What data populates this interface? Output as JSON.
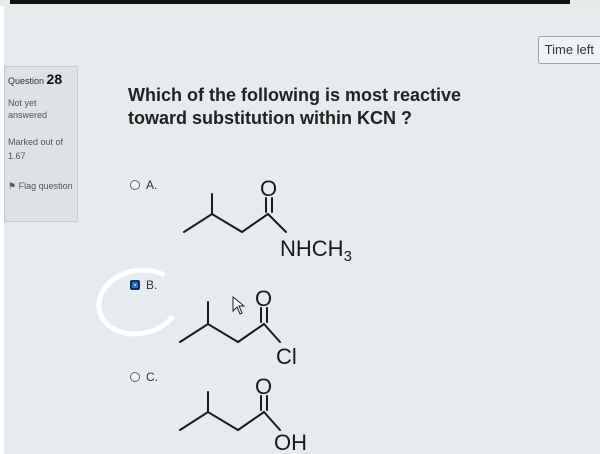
{
  "header": {
    "time_left_label": "Time left"
  },
  "question_info": {
    "number_prefix": "Question",
    "number": "28",
    "state": "Not yet answered",
    "marks": "Marked out of 1.67",
    "flag_label": "Flag question"
  },
  "question": {
    "text_line1": "Which of the following is most reactive",
    "text_line2": "toward substitution within KCN ?",
    "options": [
      {
        "label": "A.",
        "selected": false,
        "group_label": "NHCH",
        "group_subscript": "3",
        "carbonyl_atom": "O"
      },
      {
        "label": "B.",
        "selected": true,
        "group_label": "Cl",
        "carbonyl_atom": "O"
      },
      {
        "label": "C.",
        "selected": false,
        "group_label": "OH",
        "carbonyl_atom": "O"
      }
    ]
  },
  "colors": {
    "selected_radio": "#2f6fb5",
    "screen_bg": "#e6ebee",
    "circle_annotation": "#ffffff"
  }
}
